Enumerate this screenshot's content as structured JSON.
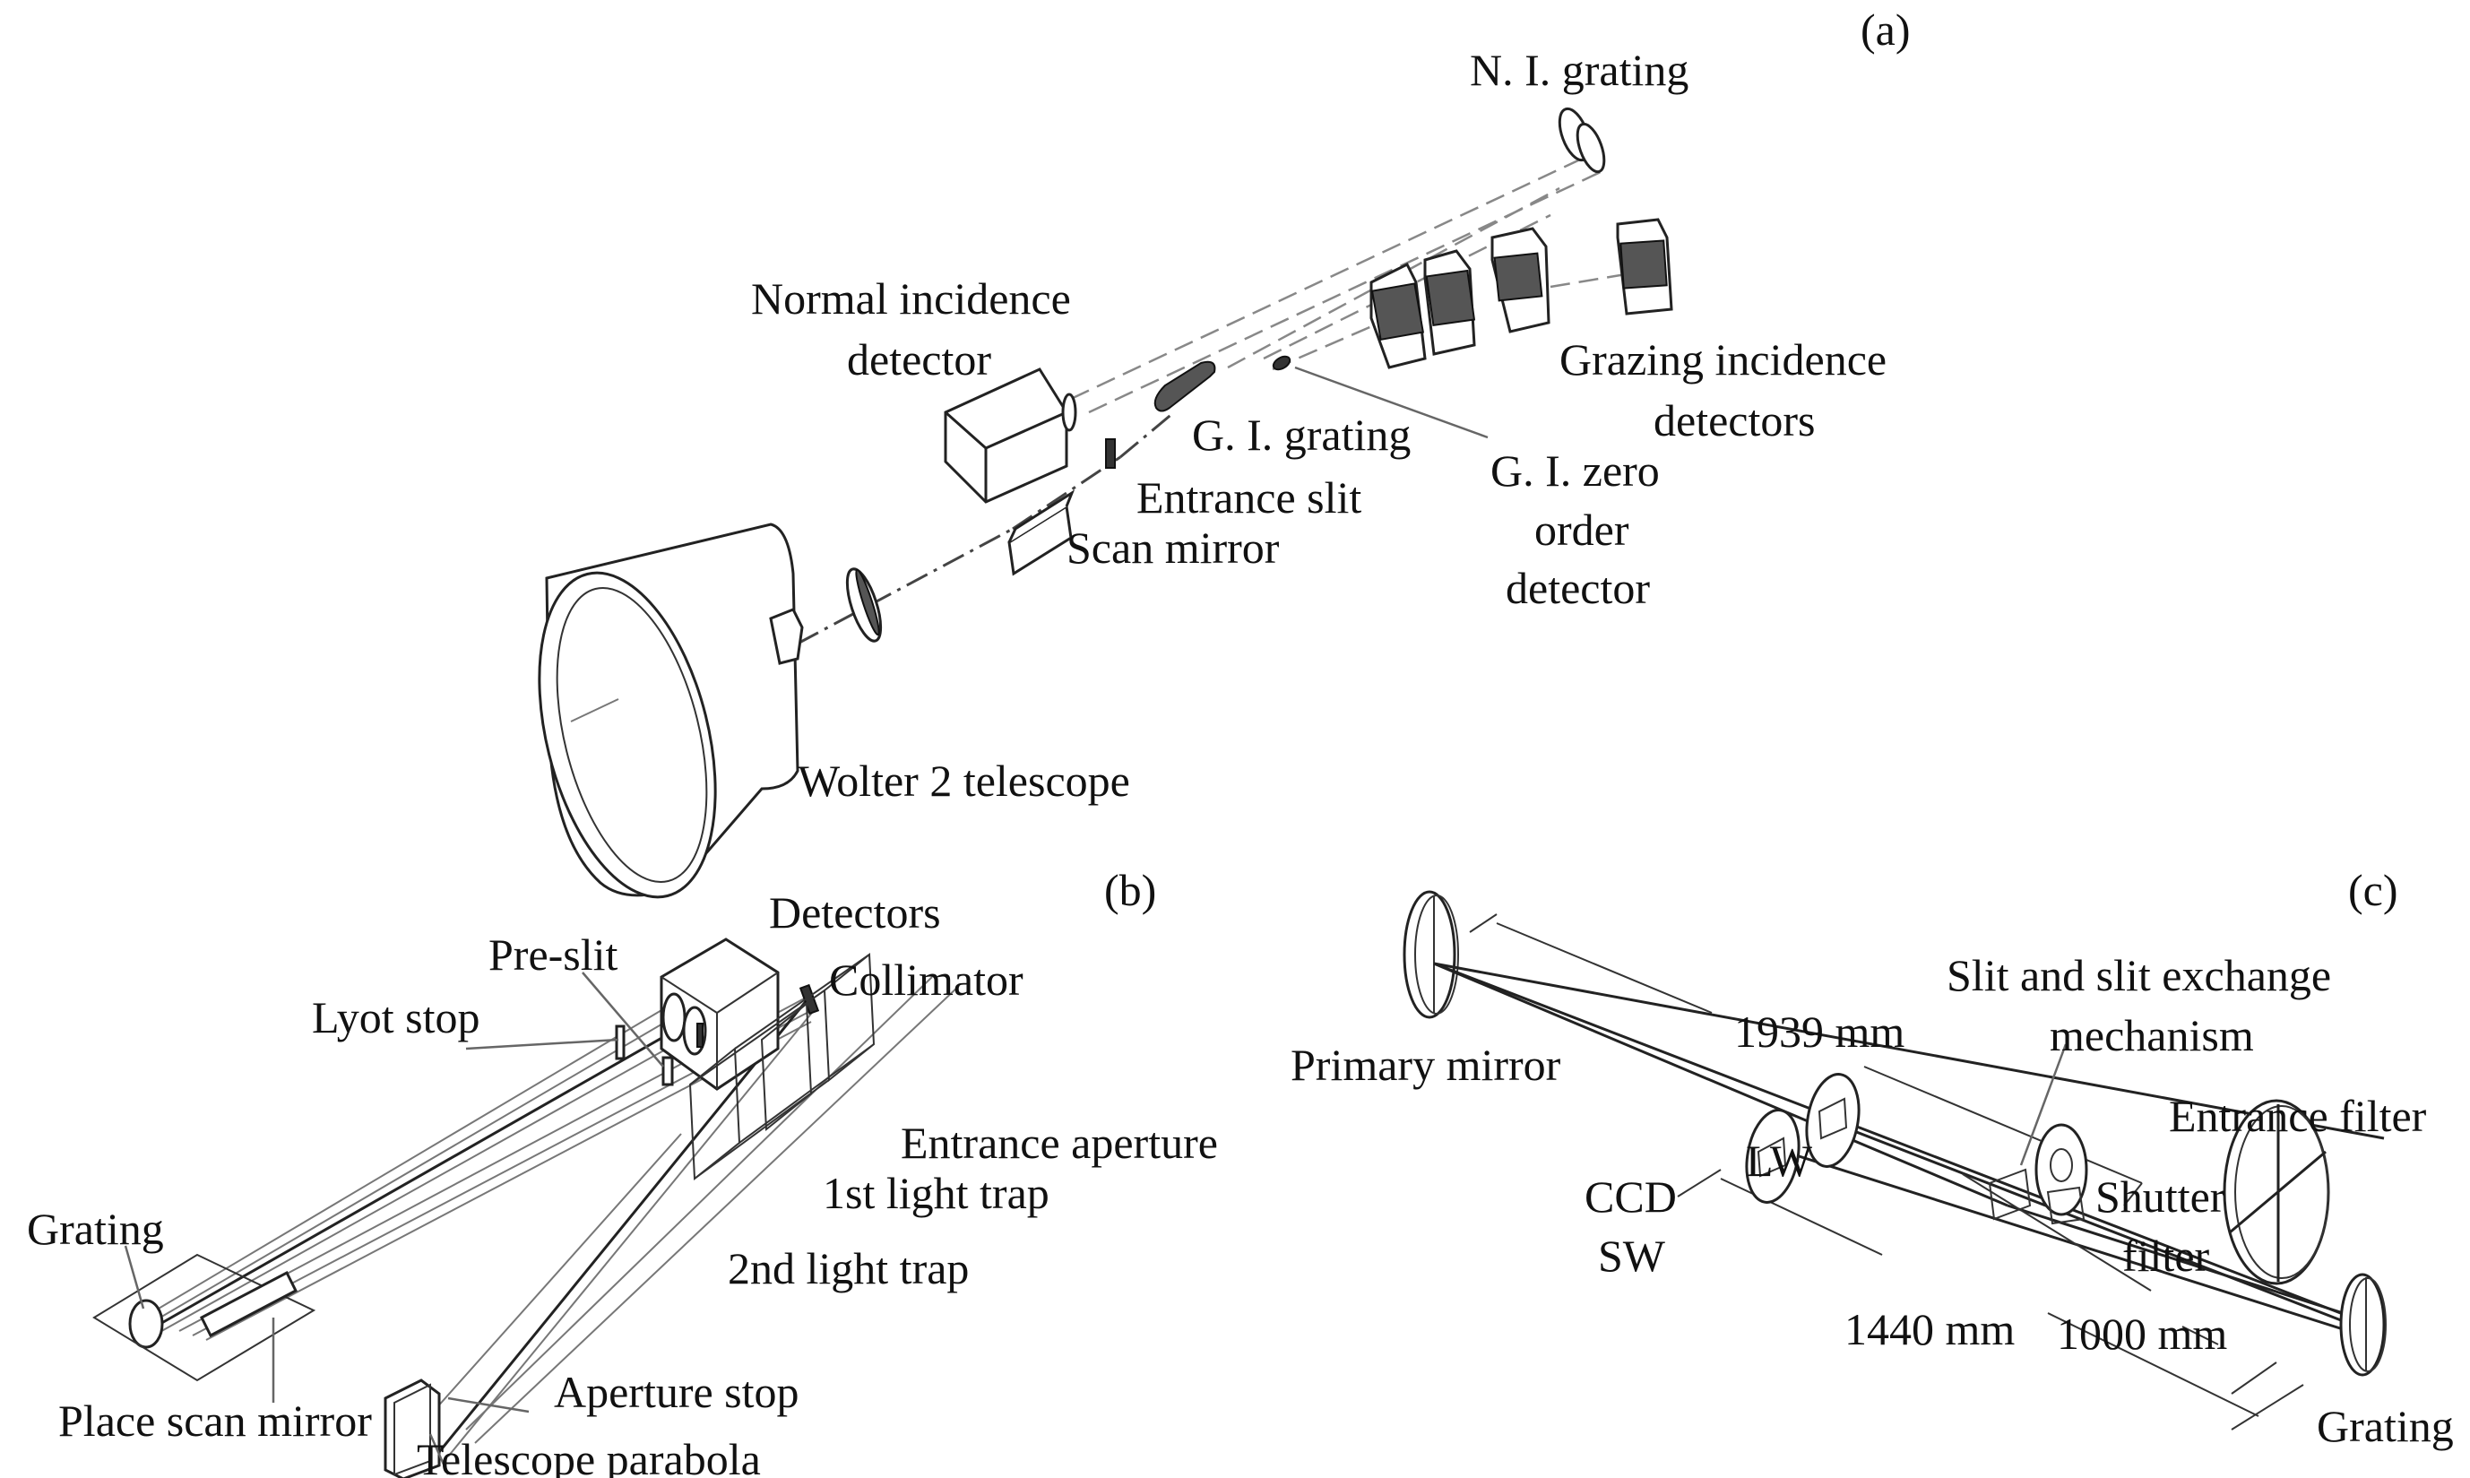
{
  "figure": {
    "panels": [
      {
        "id": "a",
        "panel_label": "(a)",
        "labels": {
          "ni_grating": "N. I. grating",
          "normal_incidence_detector_line1": "Normal incidence",
          "normal_incidence_detector_line2": "detector",
          "grazing_incidence_detectors_line1": "Grazing incidence",
          "grazing_incidence_detectors_line2": "detectors",
          "gi_grating": "G. I. grating",
          "gi_zero_order_line1": "G. I. zero",
          "gi_zero_order_line2": "order",
          "gi_zero_order_line3": "detector",
          "entrance_slit": "Entrance slit",
          "scan_mirror": "Scan mirror",
          "wolter_telescope": "Wolter 2 telescope"
        }
      },
      {
        "id": "b",
        "panel_label": "(b)",
        "labels": {
          "detectors": "Detectors",
          "pre_slit": "Pre-slit",
          "collimator": "Collimator",
          "lyot_stop": "Lyot stop",
          "entrance_aperture": "Entrance aperture",
          "first_light_trap": "1st light trap",
          "second_light_trap": "2nd light trap",
          "grating": "Grating",
          "aperture_stop": "Aperture stop",
          "place_scan_mirror": "Place scan mirror",
          "telescope_parabola": "Telescope parabola"
        }
      },
      {
        "id": "c",
        "panel_label": "(c)",
        "labels": {
          "primary_mirror": "Primary mirror",
          "dim_1939": "1939 mm",
          "slit_mechanism_line1": "Slit and slit exchange",
          "slit_mechanism_line2": "mechanism",
          "entrance_filter": "Entrance filter",
          "lw": "LW",
          "ccd": "CCD",
          "sw": "SW",
          "shutter": "Shutter",
          "filter": "filter",
          "dim_1440": "1440 mm",
          "dim_1000": "1000 mm",
          "grating": "Grating"
        }
      }
    ]
  }
}
